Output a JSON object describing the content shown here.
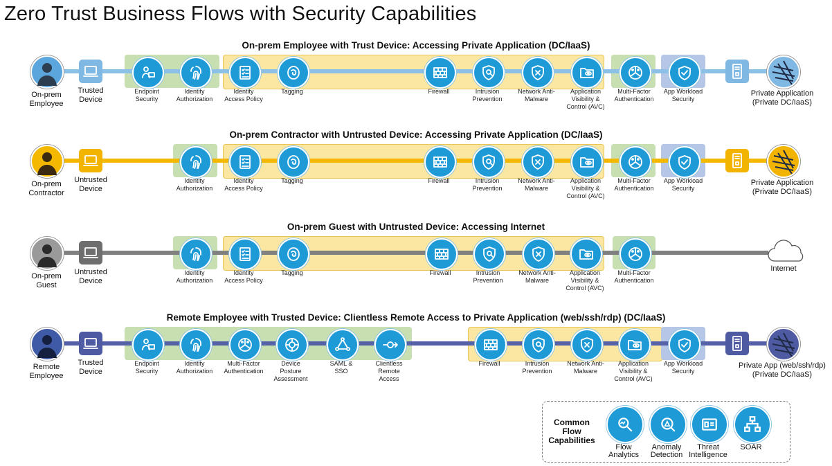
{
  "title": "Zero Trust Business Flows with Security Capabilities",
  "colors": {
    "flow1": "#8cc0e6",
    "flow2": "#f5b800",
    "flow3": "#808080",
    "flow4": "#5460a8",
    "capability_icon": "#1e9bd7",
    "green_group": "#c8dfb1",
    "yellow_group": "#fbe7a1",
    "blue_group": "#b6c6e6"
  },
  "flows": [
    {
      "title": "On-prem Employee with Trust Device: Accessing Private Application (DC/IaaS)",
      "user": "On-prem Employee",
      "device": "Trusted Device",
      "destination": "Private Application (Private DC/IaaS)",
      "capabilities": [
        "Endpoint Security",
        "Identity Authorization",
        "Identity Access Policy",
        "Tagging",
        "Firewall",
        "Intrusion Prevention",
        "Network Anti-Malware",
        "Application Visibility & Control (AVC)",
        "Multi-Factor Authentication",
        "App Workload Security"
      ]
    },
    {
      "title": "On-prem Contractor with Untrusted Device: Accessing Private Application (DC/IaaS)",
      "user": "On-prem Contractor",
      "device": "Untrusted Device",
      "destination": "Private Application (Private DC/IaaS)",
      "capabilities": [
        "Identity Authorization",
        "Identity Access Policy",
        "Tagging",
        "Firewall",
        "Intrusion Prevention",
        "Network Anti-Malware",
        "Application Visibility & Control (AVC)",
        "Multi-Factor Authentication",
        "App Workload Security"
      ]
    },
    {
      "title": "On-prem Guest with Untrusted Device: Accessing Internet",
      "user": "On-prem Guest",
      "device": "Untrusted Device",
      "destination": "Internet",
      "capabilities": [
        "Identity Authorization",
        "Identity Access Policy",
        "Tagging",
        "Firewall",
        "Intrusion Prevention",
        "Network Anti-Malware",
        "Application Visibility & Control (AVC)",
        "Multi-Factor Authentication"
      ]
    },
    {
      "title": "Remote Employee with Trusted Device: Clientless Remote Access to Private Application (web/ssh/rdp) (DC/IaaS)",
      "user": "Remote Employee",
      "device": "Trusted Device",
      "destination": "Private App (web/ssh/rdp) (Private DC/IaaS)",
      "capabilities": [
        "Endpoint Security",
        "Identity Authorization",
        "Multi-Factor Authentication",
        "Device Posture Assessment",
        "SAML & SSO",
        "Clientless Remote Access",
        "Firewall",
        "Intrusion Prevention",
        "Network Anti-Malware",
        "Application Visibility & Control (AVC)",
        "App Workload Security"
      ]
    }
  ],
  "labels": {
    "f1": {
      "user": [
        "On-prem",
        "Employee"
      ],
      "device": [
        "Trusted",
        "Device"
      ],
      "endpoint": [
        "Endpoint",
        "Security"
      ],
      "idauth": [
        "Identity",
        "Authorization"
      ],
      "idpolicy": [
        "Identity",
        "Access Policy"
      ],
      "tagging": [
        "Tagging"
      ],
      "firewall": [
        "Firewall"
      ],
      "ips": [
        "Intrusion",
        "Prevention"
      ],
      "nam": [
        "Network Anti-",
        "Malware"
      ],
      "avc": [
        "Application",
        "Visibility &",
        "Control (AVC)"
      ],
      "mfa": [
        "Multi-Factor",
        "Authentication"
      ],
      "aws": [
        "App Workload",
        "Security"
      ],
      "dest": [
        "Private Application",
        "(Private DC/IaaS)"
      ]
    },
    "f2": {
      "user": [
        "On-prem",
        "Contractor"
      ],
      "device": [
        "Untrusted",
        "Device"
      ],
      "idauth": [
        "Identity",
        "Authorization"
      ],
      "idpolicy": [
        "Identity",
        "Access Policy"
      ],
      "tagging": [
        "Tagging"
      ],
      "firewall": [
        "Firewall"
      ],
      "ips": [
        "Intrusion",
        "Prevention"
      ],
      "nam": [
        "Network Anti-",
        "Malware"
      ],
      "avc": [
        "Application",
        "Visibility &",
        "Control (AVC)"
      ],
      "mfa": [
        "Multi-Factor",
        "Authentication"
      ],
      "aws": [
        "App Workload",
        "Security"
      ],
      "dest": [
        "Private Application",
        "(Private DC/IaaS)"
      ]
    },
    "f3": {
      "user": [
        "On-prem",
        "Guest"
      ],
      "device": [
        "Untrusted",
        "Device"
      ],
      "idauth": [
        "Identity",
        "Authorization"
      ],
      "idpolicy": [
        "Identity",
        "Access Policy"
      ],
      "tagging": [
        "Tagging"
      ],
      "firewall": [
        "Firewall"
      ],
      "ips": [
        "Intrusion",
        "Prevention"
      ],
      "nam": [
        "Network Anti-",
        "Malware"
      ],
      "avc": [
        "Application",
        "Visibility &",
        "Control (AVC)"
      ],
      "mfa": [
        "Multi-Factor",
        "Authentication"
      ],
      "dest": [
        "Internet"
      ]
    },
    "f4": {
      "user": [
        "Remote",
        "Employee"
      ],
      "device": [
        "Trusted",
        "Device"
      ],
      "endpoint": [
        "Endpoint",
        "Security"
      ],
      "idauth": [
        "Identity",
        "Authorization"
      ],
      "mfa": [
        "Multi-Factor",
        "Authentication"
      ],
      "posture": [
        "Device",
        "Posture",
        "Assessment"
      ],
      "saml": [
        "SAML &",
        "SSO"
      ],
      "clientless": [
        "Clientless",
        "Remote",
        "Access"
      ],
      "firewall": [
        "Firewall"
      ],
      "ips": [
        "Intrusion",
        "Prevention"
      ],
      "nam": [
        "Network Anti-",
        "Malware"
      ],
      "avc": [
        "Application",
        "Visibility &",
        "Control (AVC)"
      ],
      "aws": [
        "App Workload",
        "Security"
      ],
      "dest": [
        "Private App (web/ssh/rdp)",
        "(Private DC/IaaS)"
      ]
    }
  },
  "legend": {
    "title": [
      "Common",
      "Flow",
      "Capabilities"
    ],
    "items": [
      {
        "label": [
          "Flow",
          "Analytics"
        ],
        "icon": "flow-analytics-icon"
      },
      {
        "label": [
          "Anomaly",
          "Detection"
        ],
        "icon": "anomaly-detection-icon"
      },
      {
        "label": [
          "Threat",
          "Intelligence"
        ],
        "icon": "threat-intelligence-icon"
      },
      {
        "label": [
          "SOAR"
        ],
        "icon": "soar-icon"
      }
    ]
  }
}
